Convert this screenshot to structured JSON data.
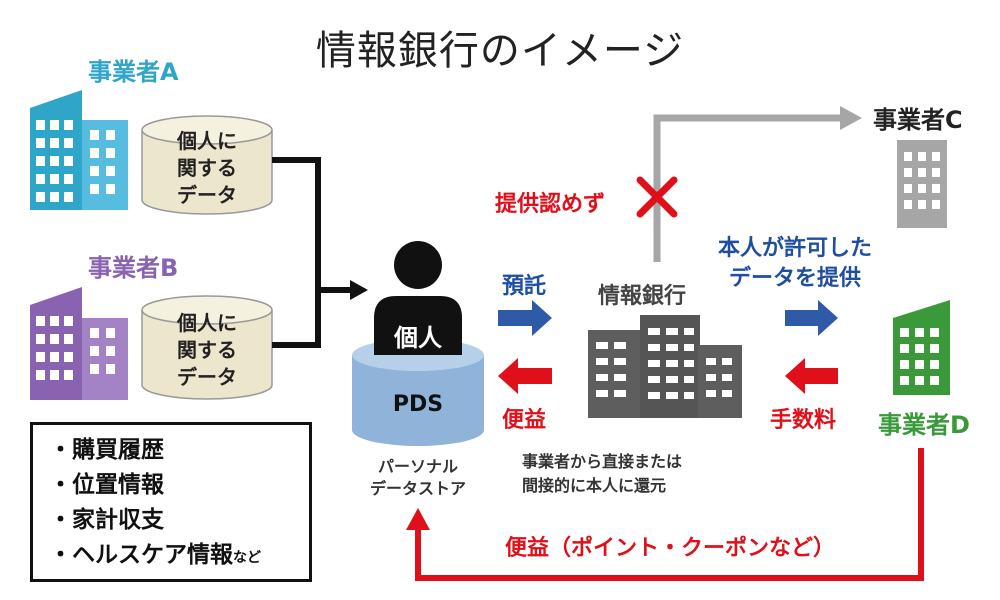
{
  "title": "情報銀行のイメージ",
  "businesses": {
    "a": {
      "label": "事業者A",
      "color": "#2fa6c8"
    },
    "b": {
      "label": "事業者B",
      "color": "#8a63b0"
    },
    "c": {
      "label": "事業者C",
      "color": "#9a9a9a"
    },
    "d": {
      "label": "事業者D",
      "color": "#3a9a3a"
    }
  },
  "personal_data_cylinder": "個人に\n関する\nデータ",
  "individual": {
    "person_label": "個人",
    "pds_label": "PDS",
    "pds_caption": "パーソナル\nデータストア"
  },
  "info_bank": {
    "label": "情報銀行",
    "return_note": "事業者から直接または\n間接的に本人に還元"
  },
  "flows": {
    "entrust": "預託",
    "benefit_left": "便益",
    "provide": "本人が許可した\nデータを提供",
    "fee": "手数料",
    "refuse": "提供認めず",
    "benefit_bottom": "便益（ポイント・クーポンなど）"
  },
  "data_list": {
    "items": [
      "・購買履歴",
      "・位置情報",
      "・家計収支",
      "・ヘルスケア情報"
    ],
    "suffix": "など"
  },
  "colors": {
    "blue_arrow": "#2f5aa8",
    "red_arrow": "#e0101a",
    "gray_arrow": "#a6a6a6",
    "cross": "#e0101a"
  }
}
